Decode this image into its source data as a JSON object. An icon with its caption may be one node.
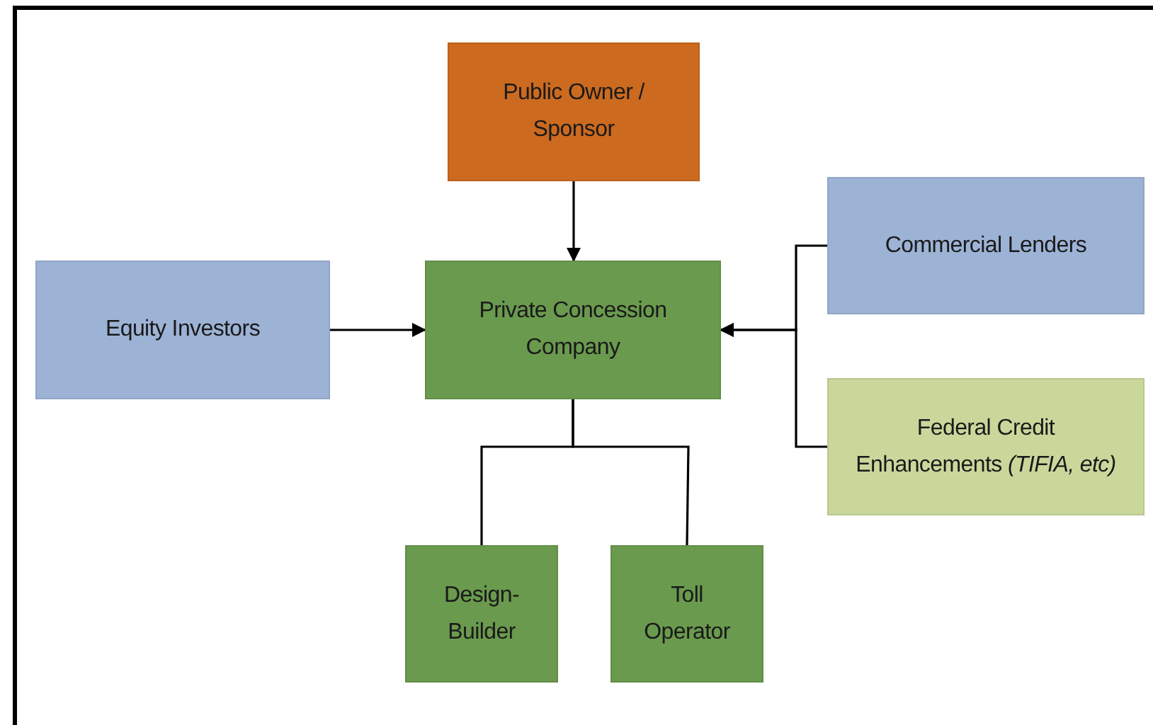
{
  "diagram": {
    "nodes": [
      {
        "text": [
          "Public Owner / Sponsor"
        ]
      },
      {
        "text": [
          "Equity Investors"
        ]
      },
      {
        "text": [
          "Private Concession Company"
        ]
      },
      {
        "text": [
          "Commercial Lenders"
        ]
      },
      {
        "text": [
          "Federal Credit Enhancements *(TIFIA, etc)*"
        ]
      },
      {
        "text": [
          "Design-Builder"
        ]
      },
      {
        "text": [
          "Toll Operator"
        ]
      }
    ],
    "edges": [
      {
        "from": 0,
        "to": 2,
        "arrow": "to"
      },
      {
        "from": 1,
        "to": 2,
        "arrow": "to"
      },
      {
        "from": 3,
        "to": 2,
        "arrow": "to"
      },
      {
        "from": 4,
        "to": 2,
        "arrow": "to"
      },
      {
        "from": 2,
        "to": 5,
        "arrow": "none"
      },
      {
        "from": 2,
        "to": 6,
        "arrow": "none"
      }
    ]
  }
}
